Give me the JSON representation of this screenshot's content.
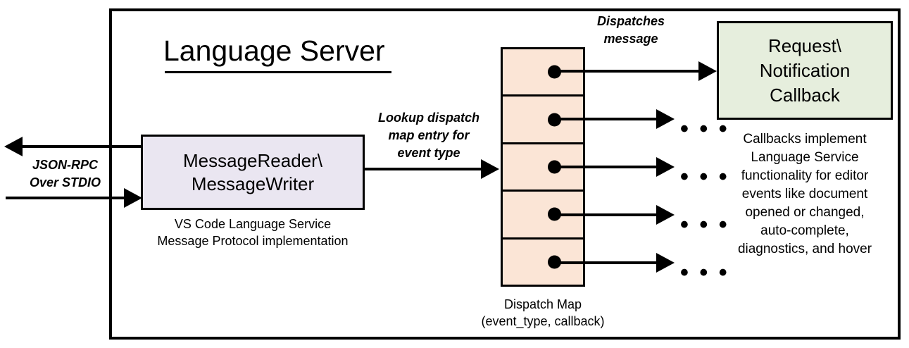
{
  "diagram": {
    "title": "Language Server",
    "frame_name": "language-server-boundary"
  },
  "io": {
    "protocol_label_line1": "JSON-RPC",
    "protocol_label_line2": "Over STDIO"
  },
  "message_box": {
    "line1": "MessageReader\\",
    "line2": "MessageWriter",
    "caption_line1": "VS Code Language Service",
    "caption_line2": "Message Protocol implementation",
    "fill": "#EAE6F1"
  },
  "lookup_annotation": {
    "line1": "Lookup dispatch",
    "line2": "map entry for",
    "line3": "event type"
  },
  "dispatch_map": {
    "caption_line1": "Dispatch Map",
    "caption_line2": "(event_type, callback)",
    "fill": "#FBE5D6",
    "rows": [
      {
        "id": "row-1"
      },
      {
        "id": "row-2"
      },
      {
        "id": "row-3"
      },
      {
        "id": "row-4"
      },
      {
        "id": "row-5"
      }
    ],
    "row_count": 5
  },
  "dispatch_annotation": {
    "line1": "Dispatches",
    "line2": "message"
  },
  "callback_box": {
    "line1": "Request\\",
    "line2": "Notification",
    "line3": "Callback",
    "fill": "#E6EEDD",
    "caption_line1": "Callbacks implement",
    "caption_line2": "Language Service",
    "caption_line3": "functionality for editor",
    "caption_line4": "events like document",
    "caption_line5": "opened or changed,",
    "caption_line6": "auto-complete,",
    "caption_line7": "diagnostics, and hover"
  },
  "ellipses": {
    "glyph": "• • •"
  },
  "colors": {
    "stroke": "#000000",
    "background": "#FFFFFF"
  }
}
